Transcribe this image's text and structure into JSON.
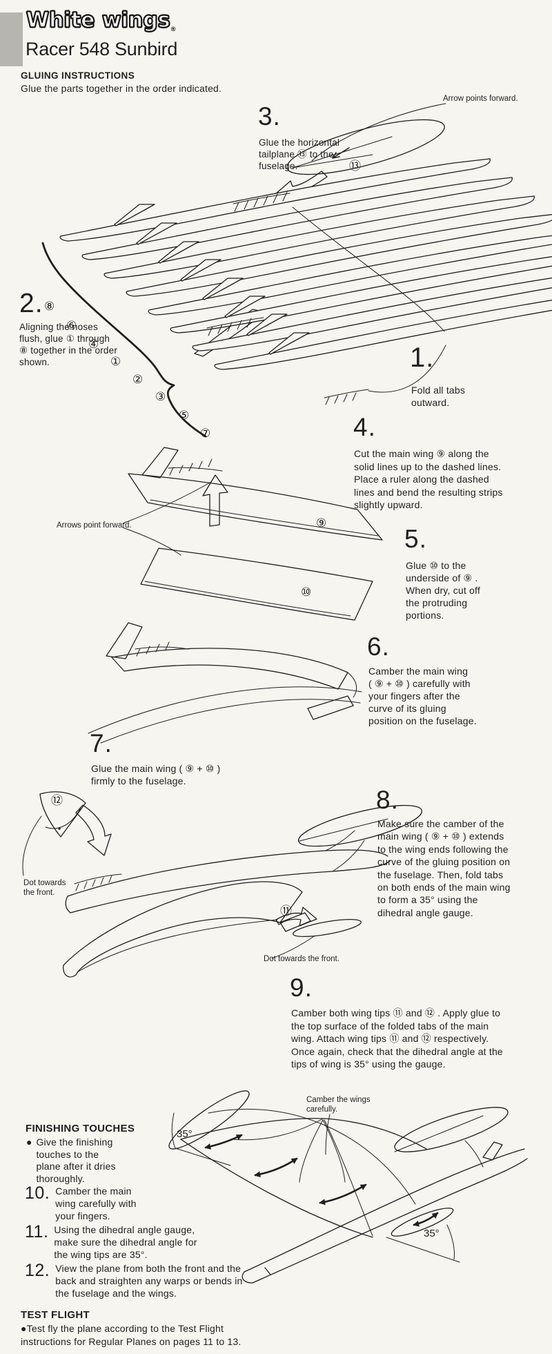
{
  "colors": {
    "paper": "#f6f5f0",
    "ink": "#1f1f1f",
    "gray_block": "#b7b5b0"
  },
  "header": {
    "logo": "White wings",
    "reg": "®",
    "title": "Racer 548 Sunbird",
    "heading": "GLUING INSTRUCTIONS",
    "subheading": "Glue the parts together in the order indicated."
  },
  "steps": {
    "s1": {
      "num": "1.",
      "text": "Fold all tabs\noutward."
    },
    "s2": {
      "num": "2.",
      "text": "Aligning the noses\nflush, glue ① through\n⑧ together in the order\nshown."
    },
    "s3": {
      "num": "3.",
      "text": "Glue the horizontal\ntailplane ⑬ to the\nfuselage."
    },
    "s4": {
      "num": "4.",
      "text": "Cut the main wing ⑨ along the\nsolid lines up to the dashed lines.\nPlace a ruler along the dashed\nlines and bend the resulting strips\nslightly upward."
    },
    "s5": {
      "num": "5.",
      "text": "Glue ⑩ to the\nunderside of ⑨ .\nWhen dry, cut off\nthe protruding\nportions."
    },
    "s6": {
      "num": "6.",
      "text": "Camber the main wing\n( ⑨ + ⑩ ) carefully with\nyour fingers after the\ncurve of its gluing\nposition on the fuselage."
    },
    "s7": {
      "num": "7.",
      "text": "Glue the main wing ( ⑨ + ⑩ )\nfirmly to the fuselage."
    },
    "s8": {
      "num": "8.",
      "text": "Make sure the camber of the\nmain wing ( ⑨ + ⑩ ) extends\nto the wing ends following the\ncurve of the gluing position on\nthe fuselage. Then, fold tabs\non both ends of the main wing\nto form a 35° using the\ndihedral angle gauge."
    },
    "s9": {
      "num": "9.",
      "text": "Camber both wing tips ⑪ and ⑫ . Apply glue to\nthe top surface of the folded tabs of the main\nwing. Attach wing tips ⑪ and ⑫ respectively.\nOnce again, check that the dihedral angle at the\ntips of wing is 35° using the gauge."
    }
  },
  "finishing": {
    "heading": "FINISHING TOUCHES",
    "bullet": "●",
    "intro": "Give the finishing\ntouches to the\nplane after it dries\nthoroughly.",
    "items": [
      {
        "num": "10.",
        "text": "Camber the main\nwing carefully with\nyour fingers."
      },
      {
        "num": "11.",
        "text": "Using the dihedral angle gauge,\nmake sure the dihedral angle for\nthe wing tips are 35°."
      },
      {
        "num": "12.",
        "text": "View the plane from both the front and the\nback and straighten any warps or bends in\nthe fuselage and the wings."
      }
    ]
  },
  "test_flight": {
    "heading": "TEST FLIGHT",
    "text": "●Test fly the plane according to the Test Flight\ninstructions for Regular Planes on pages 11 to 13."
  },
  "labels": {
    "arrow_points_forward": "Arrow points forward.",
    "arrows_point_forward": "Arrows point forward.",
    "dot_front_left": "Dot towards\nthe front.",
    "dot_front_right": "Dot towards the front.",
    "camber_wings": "Camber the wings\ncarefully.",
    "angle_left": "35°",
    "angle_right": "35°"
  },
  "parts": {
    "stack": [
      "⑧",
      "⑥",
      "④",
      "①",
      "②",
      "③",
      "⑤",
      "⑦"
    ],
    "p9": "⑨",
    "p10": "⑩",
    "p11": "⑪",
    "p12": "⑫",
    "p13": "⑬"
  }
}
